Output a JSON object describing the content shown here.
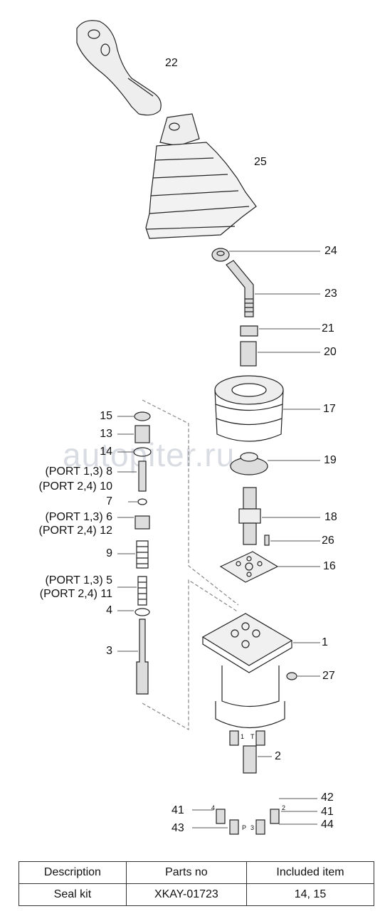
{
  "watermark": "autopiter.ru",
  "callouts": {
    "c22": "22",
    "c25": "25",
    "c24": "24",
    "c23": "23",
    "c21": "21",
    "c20": "20",
    "c17": "17",
    "c19": "19",
    "c18": "18",
    "c26": "26",
    "c16": "16",
    "c1": "1",
    "c27": "27",
    "c2": "2",
    "c42": "42",
    "c41r": "41",
    "c44": "44",
    "c41l": "41",
    "c43": "43",
    "c15": "15",
    "c13": "13",
    "c14": "14",
    "c8": "(PORT 1,3)  8",
    "c10": "(PORT 2,4) 10",
    "c7": "7",
    "c6": "(PORT 1,3)  6",
    "c12": "(PORT 2,4) 12",
    "c9": "9",
    "c5": "(PORT 1,3)  5",
    "c11": "(PORT 2,4) 11",
    "c4": "4",
    "c3": "3"
  },
  "port_marks": {
    "p1": "1",
    "pT": "T",
    "p4": "4",
    "p2": "2",
    "pP": "P",
    "p3": "3"
  },
  "seal_table": {
    "headers": [
      "Description",
      "Parts no",
      "Included item"
    ],
    "rows": [
      [
        "Seal kit",
        "XKAY-01723",
        "14, 15"
      ]
    ]
  }
}
